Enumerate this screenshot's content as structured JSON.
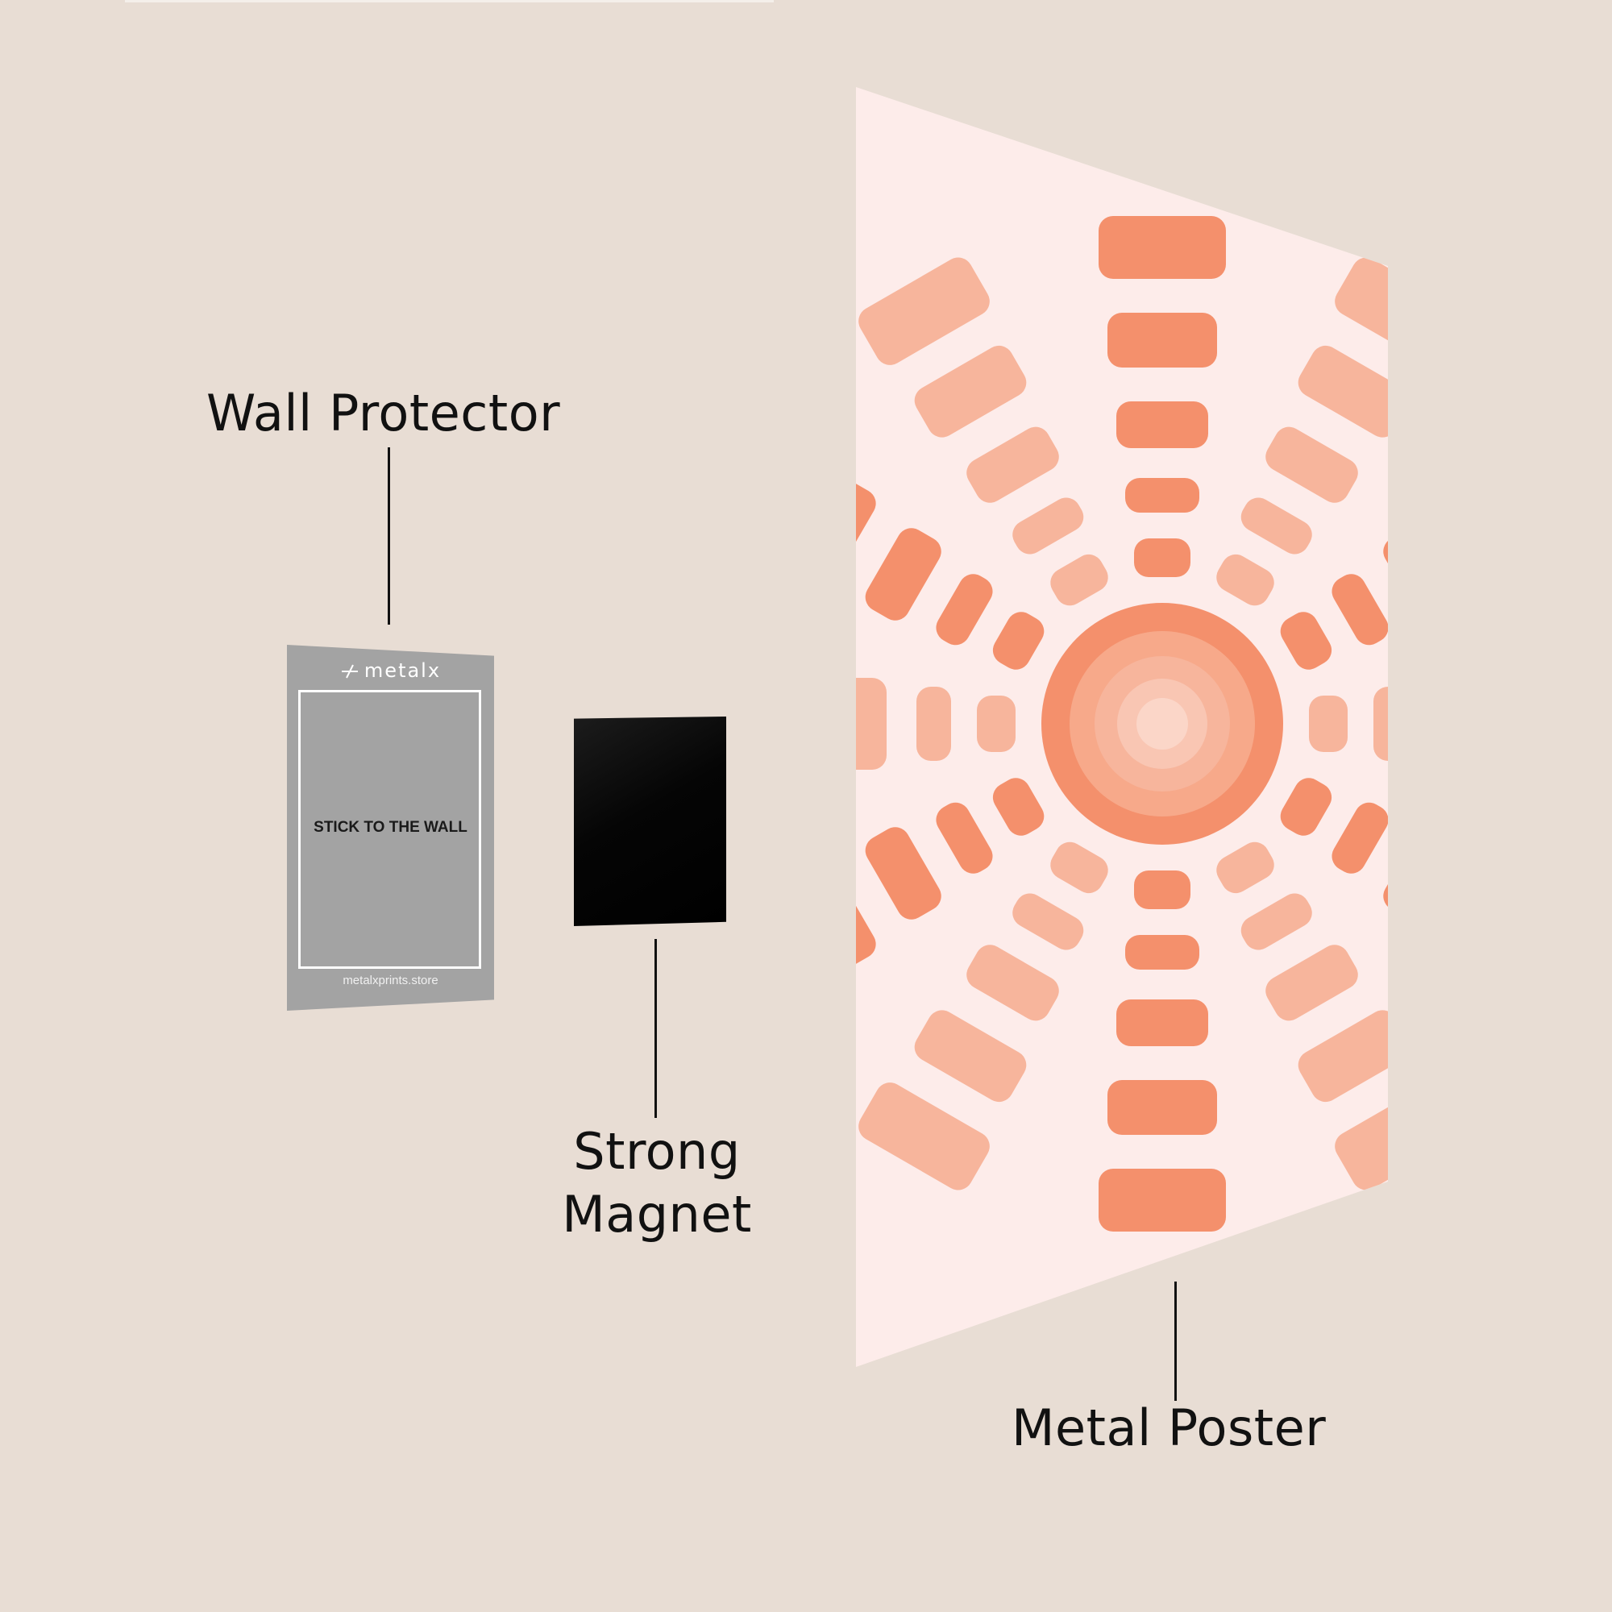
{
  "labels": {
    "wall_protector": "Wall Protector",
    "magnet_line1": "Strong",
    "magnet_line2": "Magnet",
    "metal_poster": "Metal Poster"
  },
  "protector": {
    "brand": "metalx",
    "center_text": "STICK TO THE WALL",
    "url": "metalxprints.store"
  },
  "colors": {
    "background": "#e8ddd4",
    "protector_gray": "#a3a3a3",
    "magnet_black": "#000000",
    "poster_base": "#fdecea",
    "poster_dark_orange": "#f4906c",
    "poster_light_orange": "#f7b59c"
  }
}
